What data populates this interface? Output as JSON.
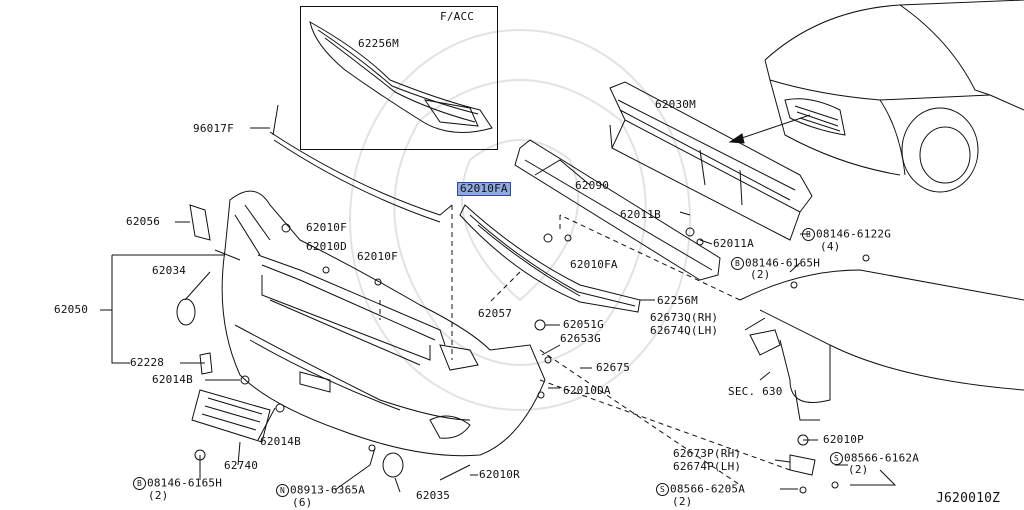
{
  "diagram": {
    "reference_id": "J620010Z",
    "inset_label": "F/ACC",
    "highlighted_part": "62010FA",
    "section_ref": "SEC. 630",
    "parts": {
      "p62256M_inset": "62256M",
      "p96017F": "96017F",
      "p62030M": "62030M",
      "p62090": "62090",
      "p62010FA": "62010FA",
      "p62056": "62056",
      "p62010F_a": "62010F",
      "p62010D": "62010D",
      "p62010F_b": "62010F",
      "p62011B": "62011B",
      "p62011A": "62011A",
      "p62010FA_b": "62010FA",
      "p62034": "62034",
      "p62050": "62050",
      "p62256M": "62256M",
      "p62673Q": "62673Q(RH)",
      "p62674Q": "62674Q(LH)",
      "p62057": "62057",
      "p62051G": "62051G",
      "p62653G": "62653G",
      "p62228": "62228",
      "p62675": "62675",
      "p62014B_a": "62014B",
      "p62010DA": "62010DA",
      "p62014B_b": "62014B",
      "p62740": "62740",
      "p62010P": "62010P",
      "p62673P": "62673P(RH)",
      "p62674P": "62674P(LH)",
      "p62010R": "62010R",
      "p62035": "62035"
    },
    "fasteners": {
      "f08146_6122G": {
        "sym": "B",
        "code": "08146-6122G",
        "qty": "(4)"
      },
      "f08146_6165H_top": {
        "sym": "B",
        "code": "08146-6165H",
        "qty": "(2)"
      },
      "f08146_6165H_bot": {
        "sym": "B",
        "code": "08146-6165H",
        "qty": "(2)"
      },
      "f08913_6365A": {
        "sym": "N",
        "code": "08913-6365A",
        "qty": "(6)"
      },
      "f08566_6162A": {
        "sym": "S",
        "code": "08566-6162A",
        "qty": "(2)"
      },
      "f08566_6205A": {
        "sym": "S",
        "code": "08566-6205A",
        "qty": "(2)"
      }
    }
  }
}
